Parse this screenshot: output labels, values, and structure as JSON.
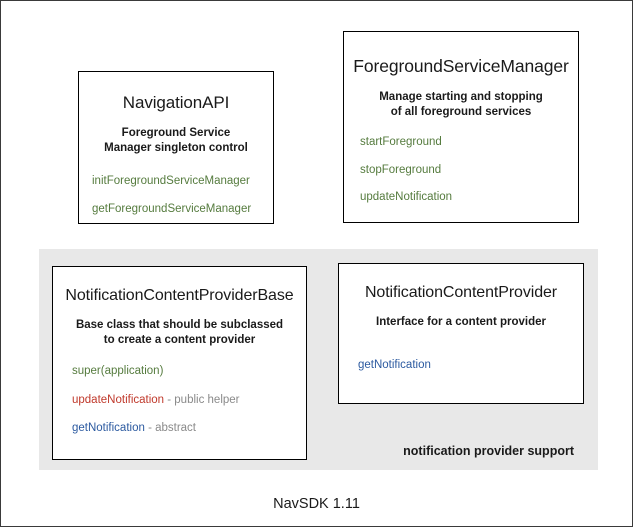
{
  "diagram": {
    "footer_version": "NavSDK 1.11",
    "group": {
      "label": "notification provider support",
      "background_color": "#e8e8e8"
    },
    "colors": {
      "method_green": "#557b3e",
      "method_red": "#c0392b",
      "method_blue": "#2c5aa0",
      "annotation_gray": "#8a8a8a",
      "border": "#000000",
      "text": "#1a1a1a"
    },
    "boxes": {
      "navigation_api": {
        "title": "NavigationAPI",
        "description_line1": "Foreground Service",
        "description_line2": "Manager singleton control",
        "members": [
          {
            "name": "initForegroundServiceManager",
            "color": "green",
            "note": ""
          },
          {
            "name": "getForegroundServiceManager",
            "color": "green",
            "note": ""
          }
        ]
      },
      "foreground_service_manager": {
        "title": "ForegroundServiceManager",
        "description_line1": "Manage starting and stopping",
        "description_line2": "of all foreground services",
        "members": [
          {
            "name": "startForeground",
            "color": "green",
            "note": ""
          },
          {
            "name": "stopForeground",
            "color": "green",
            "note": ""
          },
          {
            "name": "updateNotification",
            "color": "green",
            "note": ""
          }
        ]
      },
      "notification_content_provider_base": {
        "title": "NotificationContentProviderBase",
        "description_line1": "Base class that should be subclassed",
        "description_line2": "to create a content provider",
        "members": [
          {
            "name": "super(application)",
            "color": "green",
            "note": ""
          },
          {
            "name": "updateNotification",
            "color": "red",
            "note": " - public helper"
          },
          {
            "name": "getNotification",
            "color": "blue",
            "note": " - abstract"
          }
        ]
      },
      "notification_content_provider": {
        "title": "NotificationContentProvider",
        "description_line1": "Interface for a content provider",
        "description_line2": "",
        "members": [
          {
            "name": "getNotification",
            "color": "blue",
            "note": ""
          }
        ]
      }
    }
  }
}
